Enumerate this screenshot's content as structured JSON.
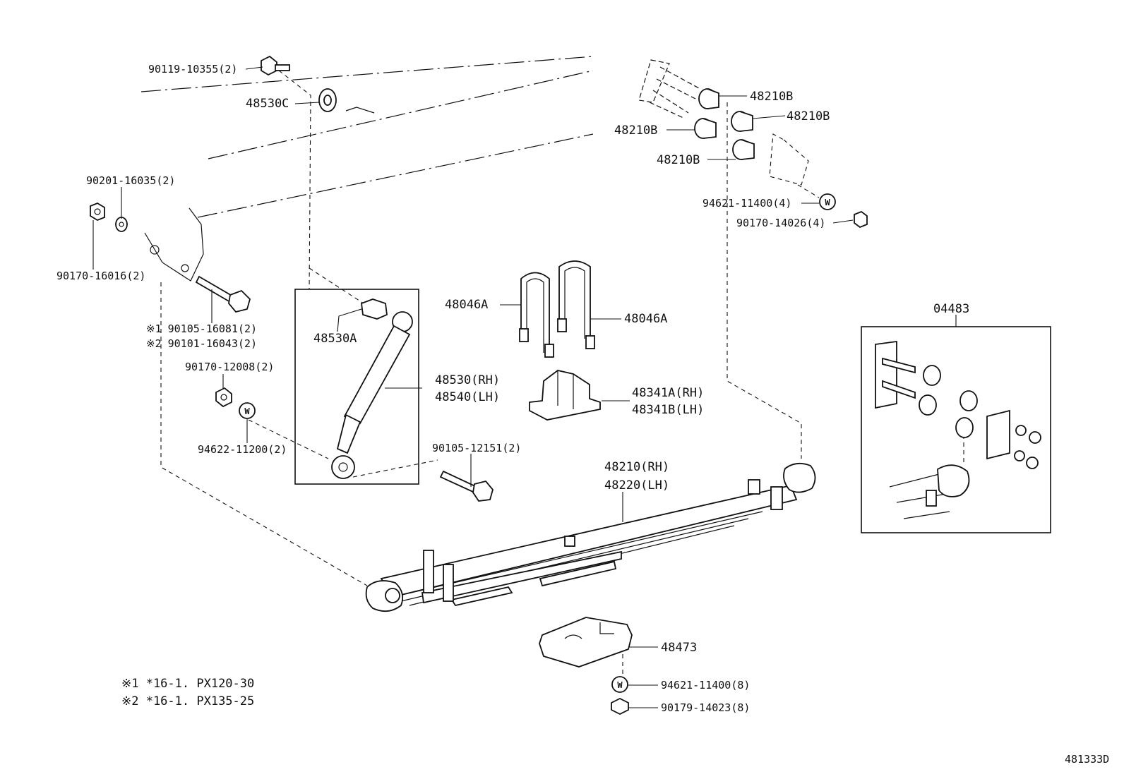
{
  "labels": {
    "p1": "90119-10355(2)",
    "p2": "48530C",
    "p3": "90201-16035(2)",
    "p4": "90170-16016(2)",
    "p5a": "※1 90105-16081(2)",
    "p5b": "※2 90101-16043(2)",
    "p6": "90170-12008(2)",
    "p7": "94622-11200(2)",
    "p8": "48530A",
    "p9a": "48530(RH)",
    "p9b": "48540(LH)",
    "p10": "90105-12151(2)",
    "p11a": "48046A",
    "p11b": "48046A",
    "p12a": "48341A(RH)",
    "p12b": "48341B(LH)",
    "p13a": "48210(RH)",
    "p13b": "48220(LH)",
    "p14": "48473",
    "p15": "94621-11400(8)",
    "p16": "90179-14023(8)",
    "p17a": "48210B",
    "p17b": "48210B",
    "p17c": "48210B",
    "p17d": "48210B",
    "p18": "94621-11400(4)",
    "p19": "90170-14026(4)",
    "p20": "04483"
  },
  "notes": {
    "n1": "※1  *16-1. PX120-30",
    "n2": "※2  *16-1. PX135-25"
  },
  "figure_id": "481333D",
  "washer_letter": "W"
}
